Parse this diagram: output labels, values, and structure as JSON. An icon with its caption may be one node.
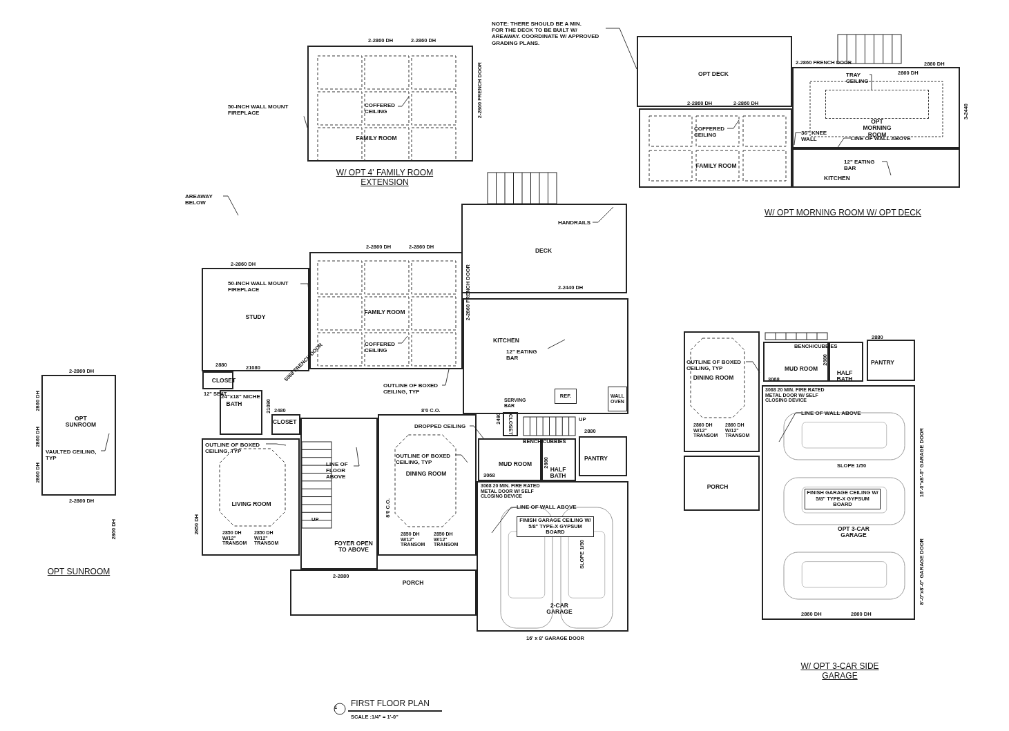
{
  "diagram": {
    "title": "FIRST FLOOR PLAN",
    "nodes": [
      {
        "text": [
          "FAMILY ROOM"
        ]
      },
      {
        "text": [
          "COFFERED CEILING"
        ],
        "in": 0
      },
      {
        "text": [
          "50-INCH WALL MOUNT FIREPLACE"
        ]
      },
      {
        "text": [
          "NOTE: THERE SHOULD BE A MIN.",
          "FOR THE DECK TO BE BUILT W/ AREAWAY. COORDINATE W/ APPROVED GRADING PLANS."
        ]
      },
      {
        "text": [
          "OPT DECK"
        ]
      },
      {
        "text": [
          "OPT MORNING ROOM"
        ]
      },
      {
        "text": [
          "FAMILY ROOM"
        ]
      },
      {
        "text": [
          "KITCHEN"
        ]
      },
      {
        "text": [
          "TRAY CEILING"
        ],
        "in": 5
      },
      {
        "text": [
          "COFFERED CEILING"
        ],
        "in": 6
      },
      {
        "text": [
          "36\" KNEE WALL"
        ],
        "in": 5
      },
      {
        "text": [
          "LINE OF WALL ABOVE"
        ],
        "in": 5
      },
      {
        "text": [
          "12\" EATING BAR"
        ],
        "in": 7
      },
      {
        "text": [
          "AREAWAY BELOW"
        ]
      },
      {
        "text": [
          "DECK"
        ]
      },
      {
        "text": [
          "HANDRAILS"
        ],
        "in": 14
      },
      {
        "text": [
          "STUDY"
        ]
      },
      {
        "text": [
          "FAMILY ROOM"
        ]
      },
      {
        "text": [
          "KITCHEN"
        ]
      },
      {
        "text": [
          "REF."
        ],
        "in": 18
      },
      {
        "text": [
          "WALL OVEN"
        ],
        "in": 18
      },
      {
        "text": [
          "50-INCH WALL MOUNT FIREPLACE"
        ],
        "in": 16
      },
      {
        "text": [
          "COFFERED CEILING"
        ],
        "in": 17
      },
      {
        "text": [
          "OUTLINE OF BOXED CEILING, TYP"
        ]
      },
      {
        "text": [
          "12\" EATING BAR"
        ],
        "in": 18
      },
      {
        "text": [
          "CLOSET"
        ]
      },
      {
        "text": [
          "BATH"
        ]
      },
      {
        "text": [
          "24\"x18\" NICHE"
        ],
        "in": 26
      },
      {
        "text": [
          "CLOSET"
        ]
      },
      {
        "text": [
          "LIVING ROOM"
        ]
      },
      {
        "text": [
          "OUTLINE OF BOXED CEILING, TYP"
        ],
        "in": 29
      },
      {
        "text": [
          "FOYER OPEN TO ABOVE"
        ]
      },
      {
        "text": [
          "LINE OF FLOOR ABOVE"
        ],
        "in": 31
      },
      {
        "text": [
          "DINING ROOM"
        ]
      },
      {
        "text": [
          "OUTLINE OF BOXED CEILING, TYP"
        ],
        "in": 33
      },
      {
        "text": [
          "DROPPED CEILING"
        ],
        "in": 33
      },
      {
        "text": [
          "CLOSET"
        ]
      },
      {
        "text": [
          "MUD ROOM"
        ]
      },
      {
        "text": [
          "HALF BATH"
        ]
      },
      {
        "text": [
          "PANTRY"
        ]
      },
      {
        "text": [
          "2-CAR GARAGE"
        ]
      },
      {
        "text": [
          "FINISH GARAGE CEILING W/ 5/8\" TYPE-X GYPSUM BOARD"
        ],
        "in": 40
      },
      {
        "text": [
          "LINE OF WALL ABOVE"
        ],
        "in": 40
      },
      {
        "text": [
          "PORCH"
        ]
      },
      {
        "text": [
          "OPT SUNROOM"
        ]
      },
      {
        "text": [
          "VAULTED CEILING, TYP"
        ],
        "in": 44
      },
      {
        "text": [
          "DINING ROOM"
        ]
      },
      {
        "text": [
          "OUTLINE OF BOXED CEILING, TYP"
        ],
        "in": 46
      },
      {
        "text": [
          "PORCH"
        ]
      },
      {
        "text": [
          "MUD ROOM"
        ]
      },
      {
        "text": [
          "HALF BATH"
        ]
      },
      {
        "text": [
          "PANTRY"
        ]
      },
      {
        "text": [
          "OPT 3-CAR GARAGE"
        ]
      },
      {
        "text": [
          "FINISH GARAGE CEILING W/ 5/8\" TYPE-X GYPSUM BOARD"
        ],
        "in": 52
      },
      {
        "text": [
          "LINE OF WALL ABOVE"
        ],
        "in": 52
      },
      {
        "text": [],
        "shape": "box",
        "in": 5
      }
    ],
    "edges": [
      {
        "from": 1,
        "to": null,
        "arrow": "none"
      },
      {
        "from": 2,
        "to": 0,
        "arrow": "none"
      },
      {
        "from": 3,
        "to": 4,
        "arrow": "none"
      },
      {
        "from": 8,
        "to": 55,
        "arrow": "none"
      },
      {
        "from": 9,
        "to": null,
        "arrow": "none"
      },
      {
        "from": 10,
        "to": null,
        "arrow": "none"
      },
      {
        "from": 11,
        "to": 7,
        "arrow": "none"
      },
      {
        "from": 12,
        "to": null,
        "arrow": "none"
      },
      {
        "from": 13,
        "to": null,
        "arrow": "none"
      },
      {
        "from": 15,
        "to": null,
        "arrow": "none"
      },
      {
        "from": 21,
        "to": 16,
        "arrow": "none"
      },
      {
        "from": 22,
        "to": null,
        "arrow": "none"
      },
      {
        "from": 23,
        "to": 17,
        "arrow": "none"
      },
      {
        "from": 24,
        "to": null,
        "arrow": "none"
      },
      {
        "from": 30,
        "to": null,
        "arrow": "none"
      },
      {
        "from": 32,
        "to": null,
        "arrow": "none"
      },
      {
        "from": 34,
        "to": null,
        "arrow": "none"
      },
      {
        "from": 35,
        "to": 37,
        "arrow": "none"
      },
      {
        "from": 42,
        "to": null,
        "arrow": "none"
      },
      {
        "from": 45,
        "to": null,
        "arrow": "none"
      },
      {
        "from": 47,
        "to": 46,
        "arrow": "none"
      },
      {
        "from": 54,
        "to": null,
        "arrow": "none"
      }
    ],
    "labels": [
      "2-2860 DH",
      "2-2860 DH",
      "2-2860 FRENCH DOOR",
      "W/ OPT 4' FAMILY ROOM EXTENSION",
      "2-2860 FRENCH DOOR",
      "2860 DH",
      "2860 DH",
      "2-2860 DH",
      "2-2860 DH",
      "3-2440",
      "W/ OPT MORNING ROOM W/ OPT DECK",
      "2-2860 DH",
      "2-2860 DH",
      "2-2860 DH",
      "2-2860 FRENCH DOOR",
      "2-2440 DH",
      "2880",
      "12\" SEAT",
      "21080",
      "5068 FRENCH DOOR",
      "21080",
      "2480",
      "SERVING BAR",
      "2480",
      "UP",
      "BENCH/CUBBIES",
      "2880",
      "2680",
      "3068",
      "3068 20 MIN. FIRE RATED METAL DOOR W/ SELF CLOSING DEVICE",
      "8'0 C.O.",
      "8'0 C.O.",
      "2850 DH",
      "2850 DH W/12\" TRANSOM",
      "2850 DH W/12\" TRANSOM",
      "2850 DH W/12\" TRANSOM",
      "2850 DH W/12\" TRANSOM",
      "UP",
      "2-2880",
      "SLOPE 1/50",
      "16' x 8' GARAGE DOOR",
      "1",
      "SCALE :1/4\" = 1'-0\"",
      "2-2860 DH",
      "2860 DH",
      "2860 DH",
      "2860 DH",
      "2-2860 DH",
      "2860 DH",
      "OPT SUNROOM",
      "2860 DH W/12\" TRANSOM",
      "2860 DH W/12\" TRANSOM",
      "BENCH/CUBBIES",
      "2880",
      "3068",
      "2680",
      "3068 20 MIN. FIRE RATED METAL DOOR W/ SELF CLOSING DEVICE",
      "SLOPE 1/50",
      "16'-0\"x8'-0\" GARAGE DOOR",
      "8'-0\"x8'-0\" GARAGE DOOR",
      "2860 DH",
      "2860 DH",
      "W/ OPT 3-CAR SIDE GARAGE"
    ]
  }
}
